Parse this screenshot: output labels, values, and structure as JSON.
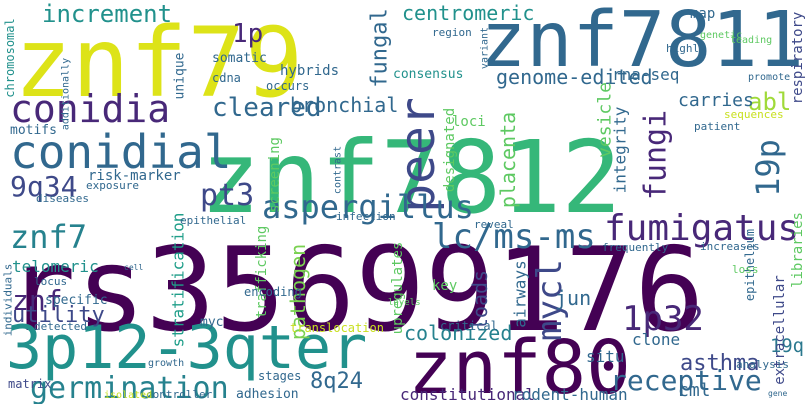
{
  "words": [
    {
      "text": "rs35699176",
      "color": "#440154"
    },
    {
      "text": "znf7812",
      "color": "#35b779"
    },
    {
      "text": "znf7811",
      "color": "#31688e"
    },
    {
      "text": "znf79",
      "color": "#dde318"
    },
    {
      "text": "znf80",
      "color": "#440154"
    },
    {
      "text": "3p12-3qter",
      "color": "#21918c"
    },
    {
      "text": "conidial",
      "color": "#31688e"
    },
    {
      "text": "conidia",
      "color": "#482878"
    },
    {
      "text": "peer",
      "color": "#3e4989"
    },
    {
      "text": "fumigatus",
      "color": "#482878"
    },
    {
      "text": "lc/ms-ms",
      "color": "#31688e"
    },
    {
      "text": "aspergillus",
      "color": "#31688e"
    },
    {
      "text": "mycl",
      "color": "#3e4989"
    },
    {
      "text": "znf7",
      "color": "#26828e"
    },
    {
      "text": "1p32",
      "color": "#482878"
    },
    {
      "text": "germination",
      "color": "#26828e"
    },
    {
      "text": "receptive",
      "color": "#31688e"
    },
    {
      "text": "pt3",
      "color": "#3e4989"
    },
    {
      "text": "9q34",
      "color": "#3e4989"
    },
    {
      "text": "19p",
      "color": "#31688e"
    },
    {
      "text": "fungi",
      "color": "#482878"
    },
    {
      "text": "cleared",
      "color": "#31688e"
    },
    {
      "text": "increment",
      "color": "#21918c"
    },
    {
      "text": "fungal",
      "color": "#31688e"
    },
    {
      "text": "abl",
      "color": "#a0da39"
    },
    {
      "text": "1p",
      "color": "#482878"
    },
    {
      "text": "znf",
      "color": "#482878"
    },
    {
      "text": "19q",
      "color": "#2a788e"
    },
    {
      "text": "8q24",
      "color": "#31688e"
    },
    {
      "text": "asthma",
      "color": "#3e4989"
    },
    {
      "text": "colonized",
      "color": "#26828e"
    },
    {
      "text": "utility",
      "color": "#3e4989"
    },
    {
      "text": "centromeric",
      "color": "#21918c"
    },
    {
      "text": "genome-edited",
      "color": "#31688e"
    },
    {
      "text": "bronchial",
      "color": "#31688e"
    },
    {
      "text": "loads",
      "color": "#3e4989"
    },
    {
      "text": "placenta",
      "color": "#5ec962"
    },
    {
      "text": "vesicle",
      "color": "#5ec962"
    },
    {
      "text": "jun",
      "color": "#31688e"
    },
    {
      "text": "cml",
      "color": "#31688e"
    },
    {
      "text": "carries",
      "color": "#31688e"
    },
    {
      "text": "rna-seq",
      "color": "#31688e"
    },
    {
      "text": "pathogen",
      "color": "#7ad151"
    },
    {
      "text": "constitutional",
      "color": "#482878"
    },
    {
      "text": "rodent-human",
      "color": "#31688e"
    },
    {
      "text": "hybrids",
      "color": "#31688e"
    },
    {
      "text": "risk-marker",
      "color": "#31688e"
    },
    {
      "text": "telomeric",
      "color": "#21918c"
    },
    {
      "text": "stratification",
      "color": "#1f9e89"
    },
    {
      "text": "integrity",
      "color": "#31688e"
    },
    {
      "text": "airways",
      "color": "#31688e"
    },
    {
      "text": "clone",
      "color": "#31688e"
    },
    {
      "text": "situ",
      "color": "#31688e"
    },
    {
      "text": "respiratory",
      "color": "#3e4989"
    },
    {
      "text": "extracellular",
      "color": "#3e4989"
    },
    {
      "text": "libraries",
      "color": "#5ec962"
    },
    {
      "text": "epithelium",
      "color": "#31688e"
    },
    {
      "text": "upregulates",
      "color": "#5ec962"
    },
    {
      "text": "designated",
      "color": "#5ec962"
    },
    {
      "text": "screening",
      "color": "#5ec962"
    },
    {
      "text": "trafficking",
      "color": "#5ec962"
    },
    {
      "text": "somatic",
      "color": "#31688e"
    },
    {
      "text": "unique",
      "color": "#31688e"
    },
    {
      "text": "motifs",
      "color": "#31688e"
    },
    {
      "text": "specific",
      "color": "#31688e"
    },
    {
      "text": "chromosomal",
      "color": "#21918c"
    },
    {
      "text": "consensus",
      "color": "#21918c"
    },
    {
      "text": "translocation",
      "color": "#c8e020"
    },
    {
      "text": "adhesion",
      "color": "#31688e"
    },
    {
      "text": "stages",
      "color": "#31688e"
    },
    {
      "text": "matrix",
      "color": "#3e4989"
    },
    {
      "text": "myc",
      "color": "#31688e"
    },
    {
      "text": "encoding",
      "color": "#31688e"
    },
    {
      "text": "key",
      "color": "#5ec962"
    },
    {
      "text": "critical",
      "color": "#31688e"
    },
    {
      "text": "loci",
      "color": "#5ec962"
    },
    {
      "text": "map",
      "color": "#31688e"
    },
    {
      "text": "cdna",
      "color": "#31688e"
    },
    {
      "text": "occurs",
      "color": "#31688e"
    },
    {
      "text": "epithelial",
      "color": "#31688e"
    },
    {
      "text": "infection",
      "color": "#31688e"
    },
    {
      "text": "diseases",
      "color": "#31688e"
    },
    {
      "text": "exposure",
      "color": "#31688e"
    },
    {
      "text": "reveal",
      "color": "#31688e"
    },
    {
      "text": "frequently",
      "color": "#31688e"
    },
    {
      "text": "increases",
      "color": "#31688e"
    },
    {
      "text": "loss",
      "color": "#5ec962"
    },
    {
      "text": "patient",
      "color": "#31688e"
    },
    {
      "text": "sequences",
      "color": "#c8e020"
    },
    {
      "text": "promote",
      "color": "#31688e"
    },
    {
      "text": "leading",
      "color": "#5ec962"
    },
    {
      "text": "highly",
      "color": "#31688e"
    },
    {
      "text": "genetic",
      "color": "#5ec962"
    },
    {
      "text": "region",
      "color": "#31688e"
    },
    {
      "text": "variant",
      "color": "#31688e"
    },
    {
      "text": "additionally",
      "color": "#31688e"
    },
    {
      "text": "contrast",
      "color": "#31688e"
    },
    {
      "text": "detected",
      "color": "#31688e"
    },
    {
      "text": "individuals",
      "color": "#31688e"
    },
    {
      "text": "locus",
      "color": "#31688e"
    },
    {
      "text": "growth",
      "color": "#31688e"
    },
    {
      "text": "controller",
      "color": "#31688e"
    },
    {
      "text": "isolated",
      "color": "#c8e020"
    },
    {
      "text": "analysis",
      "color": "#31688e"
    },
    {
      "text": "levels",
      "color": "#5ec962"
    },
    {
      "text": "gene",
      "color": "#31688e"
    },
    {
      "text": "cell",
      "color": "#31688e"
    }
  ]
}
